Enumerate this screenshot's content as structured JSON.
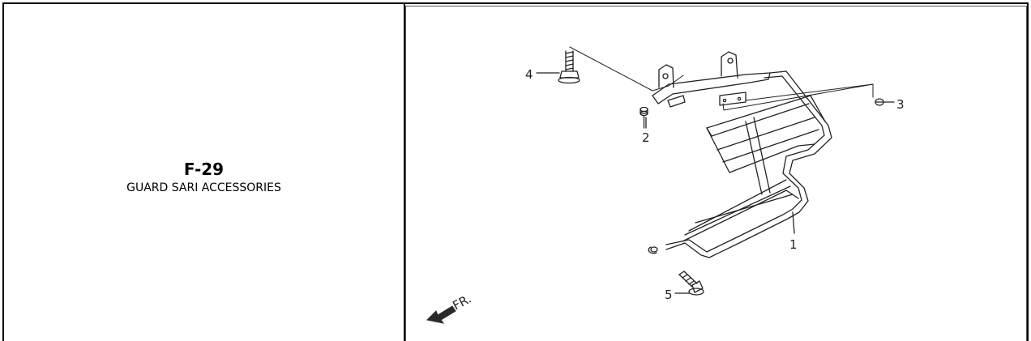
{
  "header": {
    "code": "F-29",
    "subtitle": "GUARD SARI ACCESSORIES"
  },
  "diagram": {
    "parts": [
      "1",
      "2",
      "3",
      "4",
      "5"
    ],
    "direction_label": "FR."
  }
}
